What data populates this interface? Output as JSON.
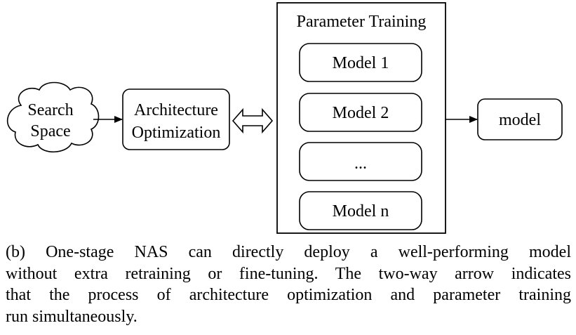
{
  "diagram": {
    "search_space": {
      "line1": "Search",
      "line2": "Space"
    },
    "architecture_optimization": {
      "line1": "Architecture",
      "line2": "Optimization"
    },
    "parameter_training": {
      "title": "Parameter Training",
      "models": [
        "Model 1",
        "Model 2",
        "...",
        "Model n"
      ]
    },
    "output_model": "model"
  },
  "caption": {
    "lines": [
      "(b) One-stage NAS can directly deploy a well-performing model",
      "without extra retraining or fine-tuning. The two-way arrow indicates",
      "that the process of architecture optimization and parameter training",
      "run simultaneously."
    ]
  }
}
